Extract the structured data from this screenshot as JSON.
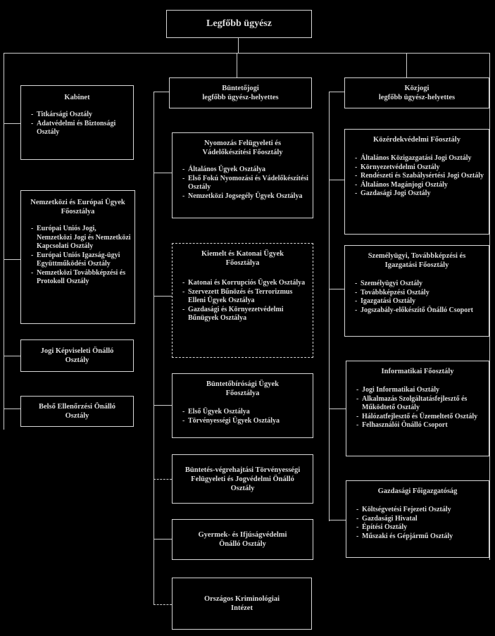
{
  "root": {
    "title": "Legfőbb ügyész"
  },
  "deputies": {
    "criminal": {
      "title": "Büntetőjogi\nlegfőbb ügyész-helyettes"
    },
    "public": {
      "title": "Közjogi\nlegfőbb ügyész-helyettes"
    }
  },
  "left": {
    "kabinet": {
      "title": "Kabinet",
      "items": [
        "Titkársági Osztály",
        "Adatvédelmi és Biztonsági Osztály"
      ]
    },
    "nemzetkozi": {
      "title": "Nemzetközi és Európai Ügyek Főosztálya",
      "items": [
        "Európai Uniós Jogi, Nemzetközi Jogi és Nemzetközi Kapcsolati Osztály",
        "Európai Uniós Igazság-ügyi Együttműködési Osztály",
        "Nemzetközi Továbbképzési és Protokoll Osztály"
      ]
    },
    "jogi_kepviseleti": {
      "title": "Jogi Képviseleti Önálló Osztály"
    },
    "belso_ellenorzesi": {
      "title": "Belső Ellenőrzési Önálló Osztály"
    }
  },
  "center": {
    "nyomozas": {
      "title": "Nyomozás Felügyeleti és Vádelőkészítési Főosztály",
      "items": [
        "Általános Ügyek Osztálya",
        "Első Fokú Nyomozási és Vádelőkészítési Osztály",
        "Nemzetközi Jogsegély Ügyek Osztálya"
      ]
    },
    "kiemelt": {
      "title": "Kiemelt és Katonai Ügyek Főosztálya",
      "items": [
        "Katonai és Korrupciós Ügyek Osztálya",
        "Szervezett Bűnözés és Terrorizmus Elleni Ügyek Osztálya",
        "Gazdasági és Környezetvédelmi Bűnügyek Osztálya"
      ]
    },
    "buntetobirosagi": {
      "title": "Büntetőbírósági Ügyek Főosztálya",
      "items": [
        "Első Ügyek Osztálya",
        "Törvényességi Ügyek Osztálya"
      ]
    },
    "buntetes_vegrehajtasi": {
      "title": "Büntetés-végrehajtási Törvényességi Felügyeleti és Jogvédelmi Önálló Osztály"
    },
    "gyermek": {
      "title": "Gyermek- és Ifjúságvédelmi Önálló Osztály"
    },
    "okri": {
      "title": "Országos Kriminológiai Intézet"
    }
  },
  "right": {
    "kozerdekvedelmi": {
      "title": "Közérdekvédelmi Főosztály",
      "items": [
        "Általános Közigazgatási Jogi Osztály",
        "Környezetvédelmi Osztály",
        "Rendészeti és Szabálysértési Jogi Osztály",
        "Általános Magánjogi Osztály",
        "Gazdasági Jogi Osztály"
      ]
    },
    "szemelyugyi": {
      "title": "Személyügyi, Továbbképzési és Igazgatási Főosztály",
      "items": [
        "Személyügyi Osztály",
        "Továbbképzési Osztály",
        "Igazgatási Osztály",
        "Jogszabály-előkészítő Önálló Csoport"
      ]
    },
    "informatikai": {
      "title": "Informatikai Főosztály",
      "items": [
        "Jogi Informatikai Osztály",
        "Alkalmazás Szolgáltatásfejlesztő és Működtető Osztály",
        "Hálózatfejlesztő és Üzemeltető Osztály",
        "Felhasználói Önálló Csoport"
      ]
    },
    "gazdasagi": {
      "title": "Gazdasági Főigazgatóság",
      "items": [
        "Költségvetési Fejezeti Osztály",
        "Gazdasági Hivatal",
        "Építési Osztály",
        "Műszaki és Gépjármű Osztály"
      ]
    }
  }
}
